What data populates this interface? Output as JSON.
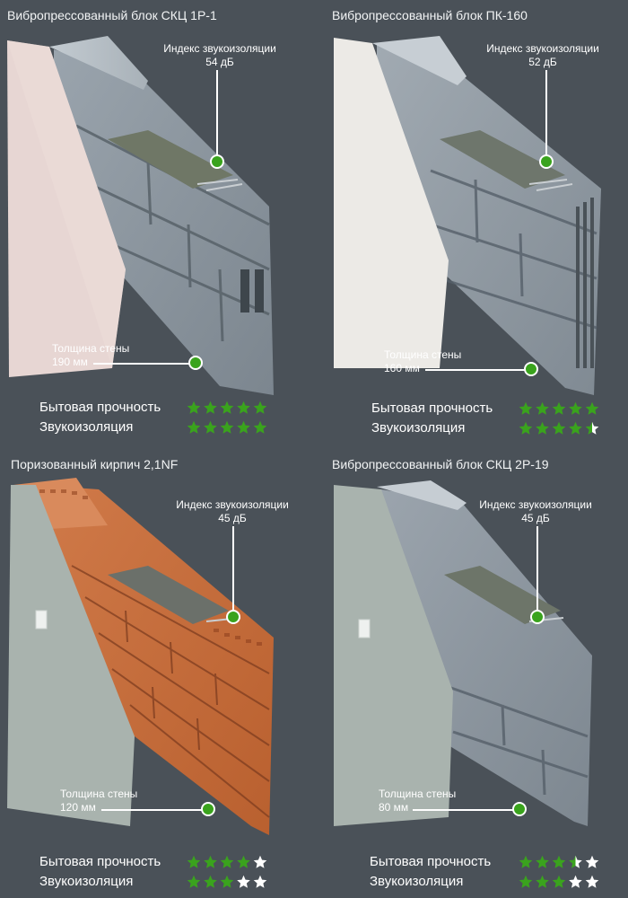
{
  "colors": {
    "background": "#4a5158",
    "star_filled": "#3aa31d",
    "star_empty": "#ffffff",
    "dot": "#3aa31d"
  },
  "labels": {
    "strength": "Бытовая прочность",
    "sound": "Звукоизоляция"
  },
  "panels": [
    {
      "title": "Вибропрессованный блок СКЦ 1Р-1",
      "sound_index_label": "Индекс звукоизоляции",
      "sound_index_value": "54 дБ",
      "thickness_label": "Толщина стены",
      "thickness_value": "190 мм",
      "material": "concrete-hollow",
      "strength_stars": 5,
      "sound_stars": 5
    },
    {
      "title": "Вибропрессованный блок ПК-160",
      "sound_index_label": "Индекс звукоизоляции",
      "sound_index_value": "52 дБ",
      "thickness_label": "Толщина стены",
      "thickness_value": "160 мм",
      "material": "concrete-slotted",
      "strength_stars": 5,
      "sound_stars": 4.5
    },
    {
      "title": "Поризованный кирпич 2,1NF",
      "sound_index_label": "Индекс звукоизоляции",
      "sound_index_value": "45 дБ",
      "thickness_label": "Толщина стены",
      "thickness_value": "120 мм",
      "material": "brick",
      "strength_stars": 4,
      "sound_stars": 3
    },
    {
      "title": "Вибропрессованный блок СКЦ 2Р-19",
      "sound_index_label": "Индекс звукоизоляции",
      "sound_index_value": "45 дБ",
      "thickness_label": "Толщина стены",
      "thickness_value": "80 мм",
      "material": "concrete-thin",
      "strength_stars": 3.5,
      "sound_stars": 3
    }
  ]
}
